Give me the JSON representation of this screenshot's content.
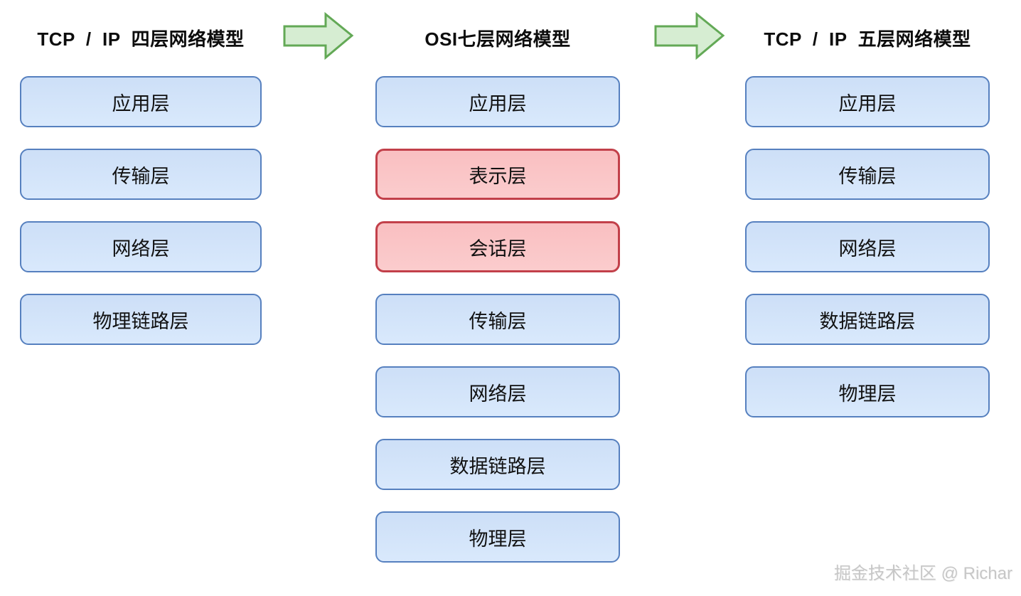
{
  "page": {
    "watermark": "掘金技术社区 @ Richar"
  },
  "colors": {
    "blue_fill": "#cddff7",
    "blue_fill_light": "#d9e9fc",
    "blue_border": "#5680bf",
    "red_fill": "#f9bfc1",
    "red_fill_light": "#fbcccd",
    "red_border": "#c2404a",
    "arrow_fill": "#d6edd2",
    "arrow_border": "#63a956",
    "text": "#111111",
    "watermark": "#c7c7c7"
  },
  "columns": [
    {
      "title": "TCP  /  IP  四层网络模型",
      "layers": [
        {
          "label": "应用层",
          "type": "blue"
        },
        {
          "label": "传输层",
          "type": "blue"
        },
        {
          "label": "网络层",
          "type": "blue"
        },
        {
          "label": "物理链路层",
          "type": "blue"
        }
      ]
    },
    {
      "title": "OSI七层网络模型",
      "layers": [
        {
          "label": "应用层",
          "type": "blue"
        },
        {
          "label": "表示层",
          "type": "red"
        },
        {
          "label": "会话层",
          "type": "red"
        },
        {
          "label": "传输层",
          "type": "blue"
        },
        {
          "label": "网络层",
          "type": "blue"
        },
        {
          "label": "数据链路层",
          "type": "blue"
        },
        {
          "label": "物理层",
          "type": "blue"
        }
      ]
    },
    {
      "title": "TCP  /  IP  五层网络模型",
      "layers": [
        {
          "label": "应用层",
          "type": "blue"
        },
        {
          "label": "传输层",
          "type": "blue"
        },
        {
          "label": "网络层",
          "type": "blue"
        },
        {
          "label": "数据链路层",
          "type": "blue"
        },
        {
          "label": "物理层",
          "type": "blue"
        }
      ]
    }
  ]
}
